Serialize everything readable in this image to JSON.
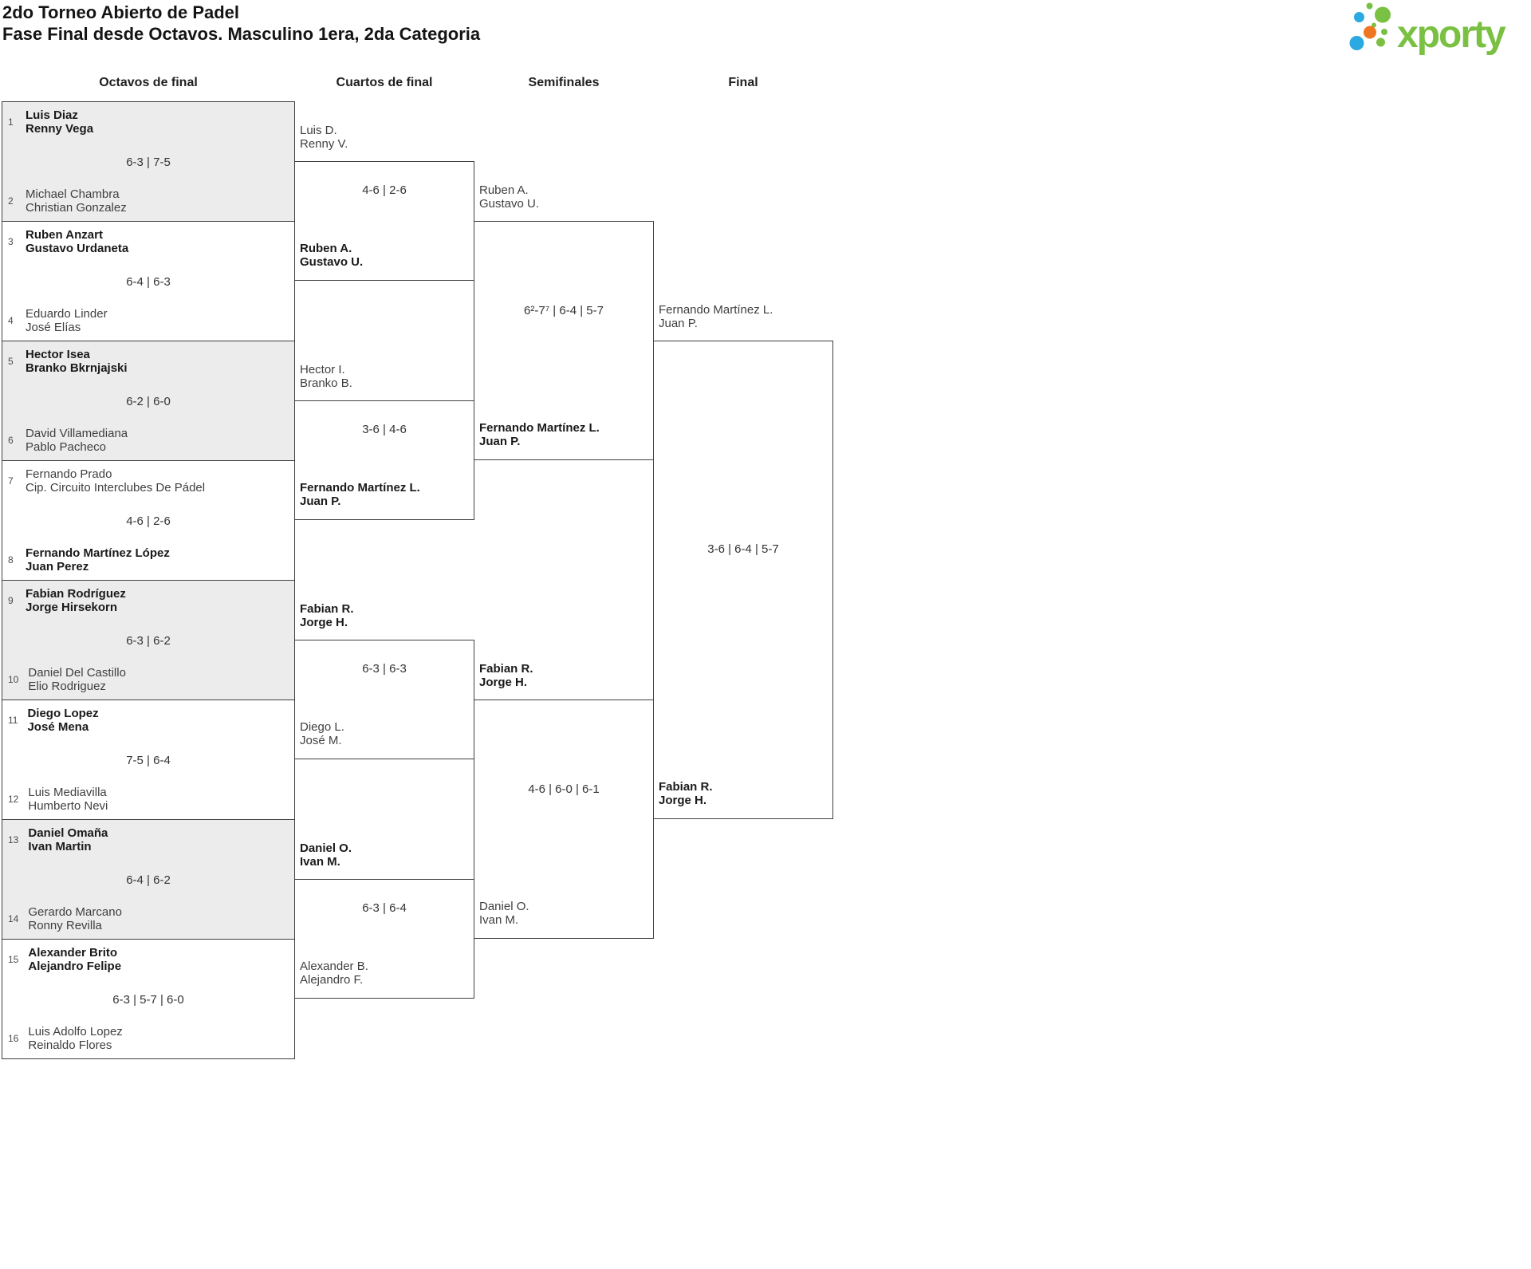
{
  "header": {
    "title_line1": "2do Torneo Abierto de Padel",
    "title_line2": "Fase Final desde Octavos. Masculino 1era, 2da Categoria"
  },
  "logo": {
    "text": "xporty",
    "colors": {
      "green": "#7AC143",
      "blue": "#2BA9E0",
      "orange": "#EE7623"
    }
  },
  "round_headers": {
    "octavos": "Octavos de final",
    "cuartos": "Cuartos de final",
    "semifinales": "Semifinales",
    "final": "Final"
  },
  "r16": [
    {
      "score": "6-3 | 7-5",
      "top": {
        "seed": "1",
        "line1": "Luis Diaz",
        "line2": "Renny Vega",
        "winner": true
      },
      "bottom": {
        "seed": "2",
        "line1": "Michael Chambra",
        "line2": "Christian Gonzalez",
        "winner": false
      }
    },
    {
      "score": "6-4 | 6-3",
      "top": {
        "seed": "3",
        "line1": "Ruben Anzart",
        "line2": "Gustavo Urdaneta",
        "winner": true
      },
      "bottom": {
        "seed": "4",
        "line1": "Eduardo Linder",
        "line2": "José Elías",
        "winner": false
      }
    },
    {
      "score": "6-2 | 6-0",
      "top": {
        "seed": "5",
        "line1": "Hector Isea",
        "line2": "Branko Bkrnjajski",
        "winner": true
      },
      "bottom": {
        "seed": "6",
        "line1": "David Villamediana",
        "line2": "Pablo Pacheco",
        "winner": false
      }
    },
    {
      "score": "4-6 | 2-6",
      "top": {
        "seed": "7",
        "line1": "Fernando Prado",
        "line2": "Cip. Circuito Interclubes De Pádel",
        "winner": false
      },
      "bottom": {
        "seed": "8",
        "line1": "Fernando Martínez López",
        "line2": "Juan Perez",
        "winner": true
      }
    },
    {
      "score": "6-3 | 6-2",
      "top": {
        "seed": "9",
        "line1": "Fabian Rodríguez",
        "line2": "Jorge Hirsekorn",
        "winner": true
      },
      "bottom": {
        "seed": "10",
        "line1": "Daniel Del Castillo",
        "line2": "Elio Rodriguez",
        "winner": false
      }
    },
    {
      "score": "7-5 | 6-4",
      "top": {
        "seed": "11",
        "line1": "Diego Lopez",
        "line2": "José Mena",
        "winner": true
      },
      "bottom": {
        "seed": "12",
        "line1": "Luis Mediavilla",
        "line2": "Humberto Nevi",
        "winner": false
      }
    },
    {
      "score": "6-4 | 6-2",
      "top": {
        "seed": "13",
        "line1": "Daniel Omaña",
        "line2": "Ivan Martin",
        "winner": true
      },
      "bottom": {
        "seed": "14",
        "line1": "Gerardo Marcano",
        "line2": "Ronny Revilla",
        "winner": false
      }
    },
    {
      "score": "6-3 | 5-7 | 6-0",
      "top": {
        "seed": "15",
        "line1": "Alexander Brito",
        "line2": "Alejandro Felipe",
        "winner": true
      },
      "bottom": {
        "seed": "16",
        "line1": "Luis Adolfo Lopez",
        "line2": "Reinaldo Flores",
        "winner": false
      }
    }
  ],
  "qf": [
    {
      "score": "4-6 | 2-6",
      "top": {
        "line1": "Luis D.",
        "line2": "Renny V.",
        "winner": false
      },
      "bottom": {
        "line1": "Ruben A.",
        "line2": "Gustavo U.",
        "winner": true
      }
    },
    {
      "score": "3-6 | 4-6",
      "top": {
        "line1": "Hector I.",
        "line2": "Branko B.",
        "winner": false
      },
      "bottom": {
        "line1": "Fernando Martínez L.",
        "line2": "Juan P.",
        "winner": true
      }
    },
    {
      "score": "6-3 | 6-3",
      "top": {
        "line1": "Fabian R.",
        "line2": "Jorge H.",
        "winner": true
      },
      "bottom": {
        "line1": "Diego L.",
        "line2": "José M.",
        "winner": false
      }
    },
    {
      "score": "6-3 | 6-4",
      "top": {
        "line1": "Daniel O.",
        "line2": "Ivan M.",
        "winner": true
      },
      "bottom": {
        "line1": "Alexander B.",
        "line2": "Alejandro F.",
        "winner": false
      }
    }
  ],
  "sf": [
    {
      "score": "6²-7⁷ | 6-4 | 5-7",
      "top": {
        "line1": "Ruben A.",
        "line2": "Gustavo U.",
        "winner": false
      },
      "bottom": {
        "line1": "Fernando Martínez L.",
        "line2": "Juan P.",
        "winner": true
      }
    },
    {
      "score": "4-6 | 6-0 | 6-1",
      "top": {
        "line1": "Fabian R.",
        "line2": "Jorge H.",
        "winner": true
      },
      "bottom": {
        "line1": "Daniel O.",
        "line2": "Ivan M.",
        "winner": false
      }
    }
  ],
  "final": {
    "score": "3-6 | 6-4 | 5-7",
    "top": {
      "line1": "Fernando Martínez L.",
      "line2": "Juan P.",
      "winner": false
    },
    "bottom": {
      "line1": "Fabian R.",
      "line2": "Jorge H.",
      "winner": true
    }
  }
}
